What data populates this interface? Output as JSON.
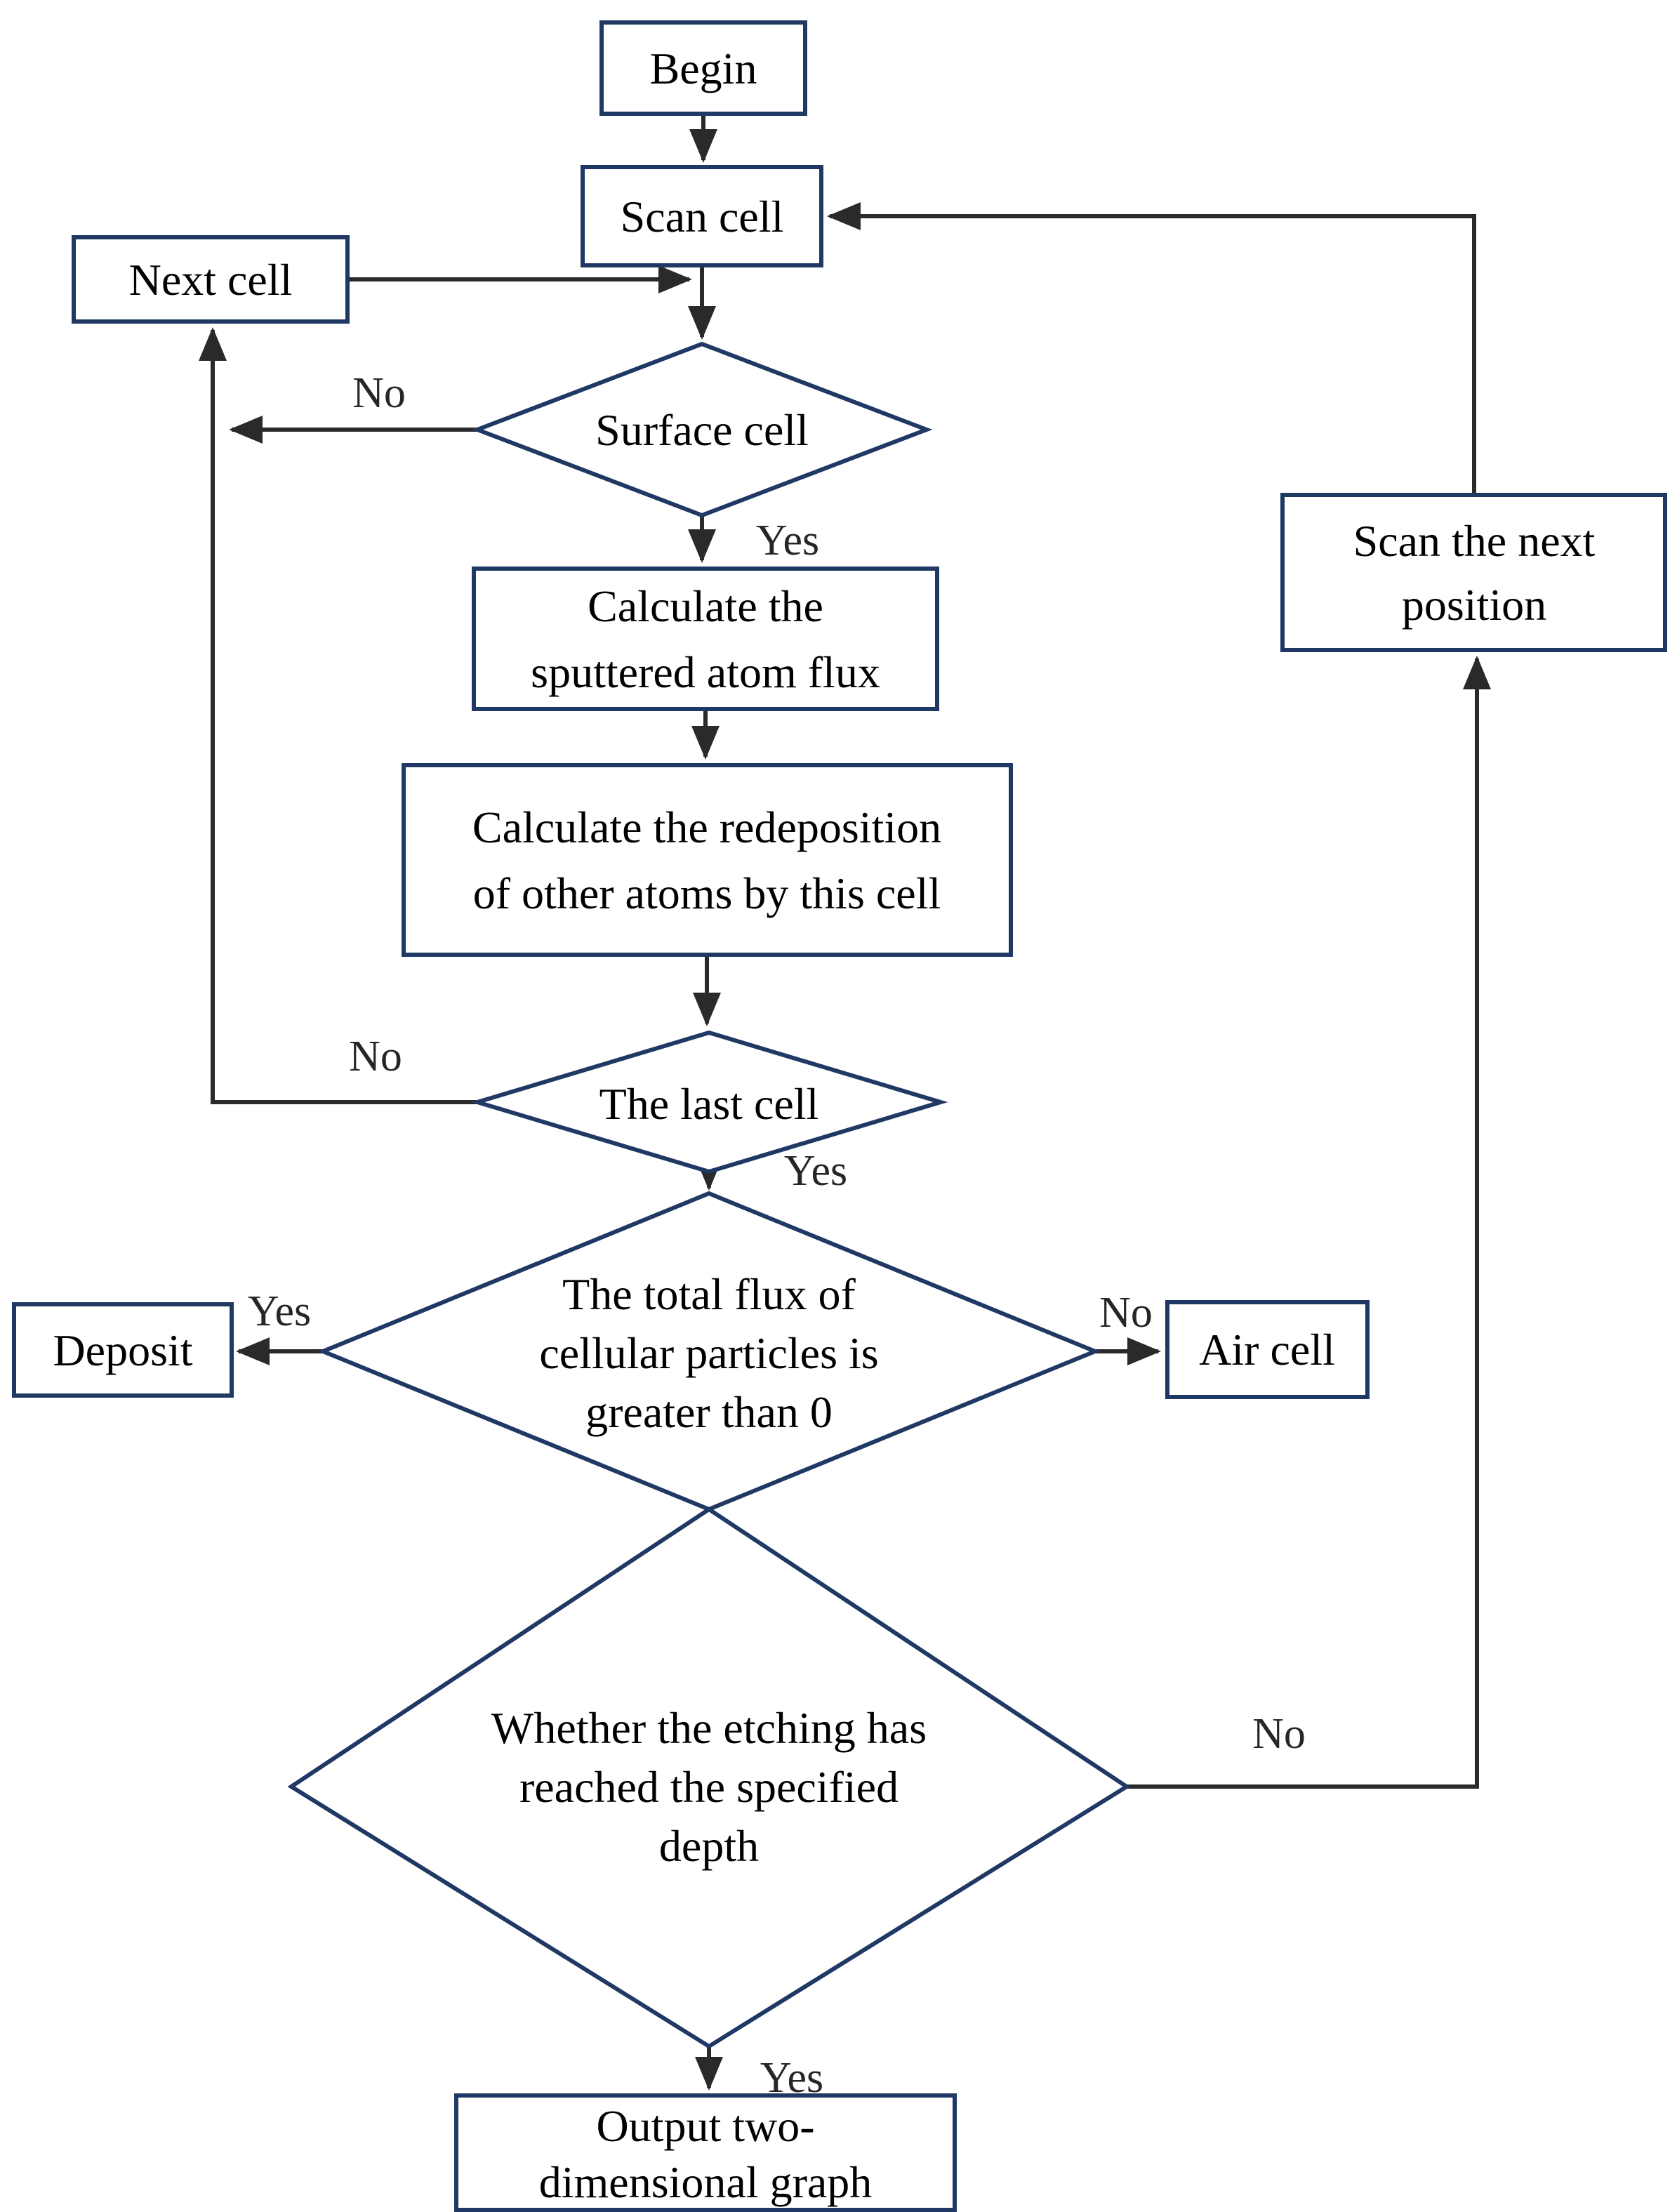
{
  "colors": {
    "border": "#203864",
    "line": "#2a2a2a",
    "text": "#000000",
    "label": "#262626",
    "bg": "#ffffff"
  },
  "flowchart": {
    "nodes": {
      "begin": {
        "label": "Begin"
      },
      "scan_cell": {
        "label": "Scan cell"
      },
      "next_cell": {
        "label": "Next cell"
      },
      "surface_cell": {
        "label": "Surface cell"
      },
      "calc_flux": {
        "lines": [
          "Calculate the",
          "sputtered atom flux"
        ]
      },
      "calc_redeposition": {
        "lines": [
          "Calculate the redeposition",
          "of other atoms by this cell"
        ]
      },
      "last_cell": {
        "label": "The last cell"
      },
      "total_flux": {
        "lines": [
          "The total flux of",
          "cellular particles is",
          "greater than 0"
        ]
      },
      "deposit": {
        "label": "Deposit"
      },
      "air_cell": {
        "label": "Air cell"
      },
      "etching_depth": {
        "lines": [
          "Whether the etching has",
          "reached the specified",
          "depth"
        ]
      },
      "output_graph": {
        "lines": [
          "Output two-",
          "dimensional graph"
        ]
      },
      "scan_next": {
        "lines": [
          "Scan the next",
          "position"
        ]
      }
    },
    "edge_labels": {
      "surface_no": "No",
      "surface_yes": "Yes",
      "last_no": "No",
      "last_yes": "Yes",
      "flux_yes": "Yes",
      "flux_no": "No",
      "etch_no": "No",
      "etch_yes": "Yes"
    }
  }
}
